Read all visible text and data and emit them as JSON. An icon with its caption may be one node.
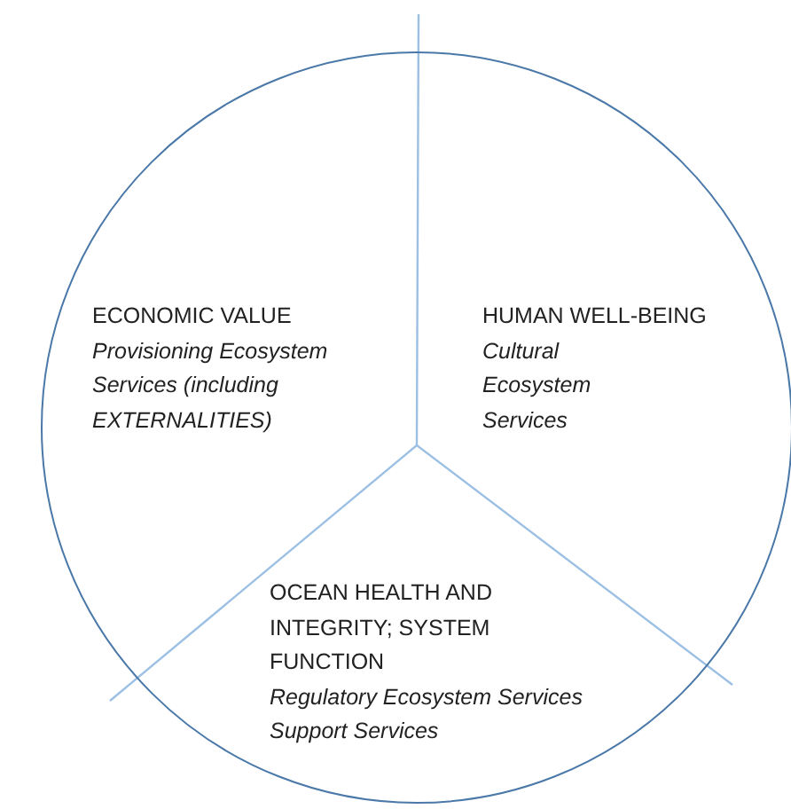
{
  "diagram": {
    "nodes": [
      {
        "text": [],
        "shape": "circle"
      },
      {
        "text": [
          "ECONOMIC VALUE",
          "Provisioning Ecosystem Services (including EXTERNALITIES)"
        ],
        "in": 0
      },
      {
        "text": [
          "HUMAN WELL-BEING",
          "Cultural Ecosystem Services"
        ],
        "in": 0
      },
      {
        "text": [
          "OCEAN HEALTH AND INTEGRITY; SYSTEM FUNCTION",
          "Regulatory Ecosystem Services Support Services"
        ],
        "in": 0
      }
    ]
  }
}
